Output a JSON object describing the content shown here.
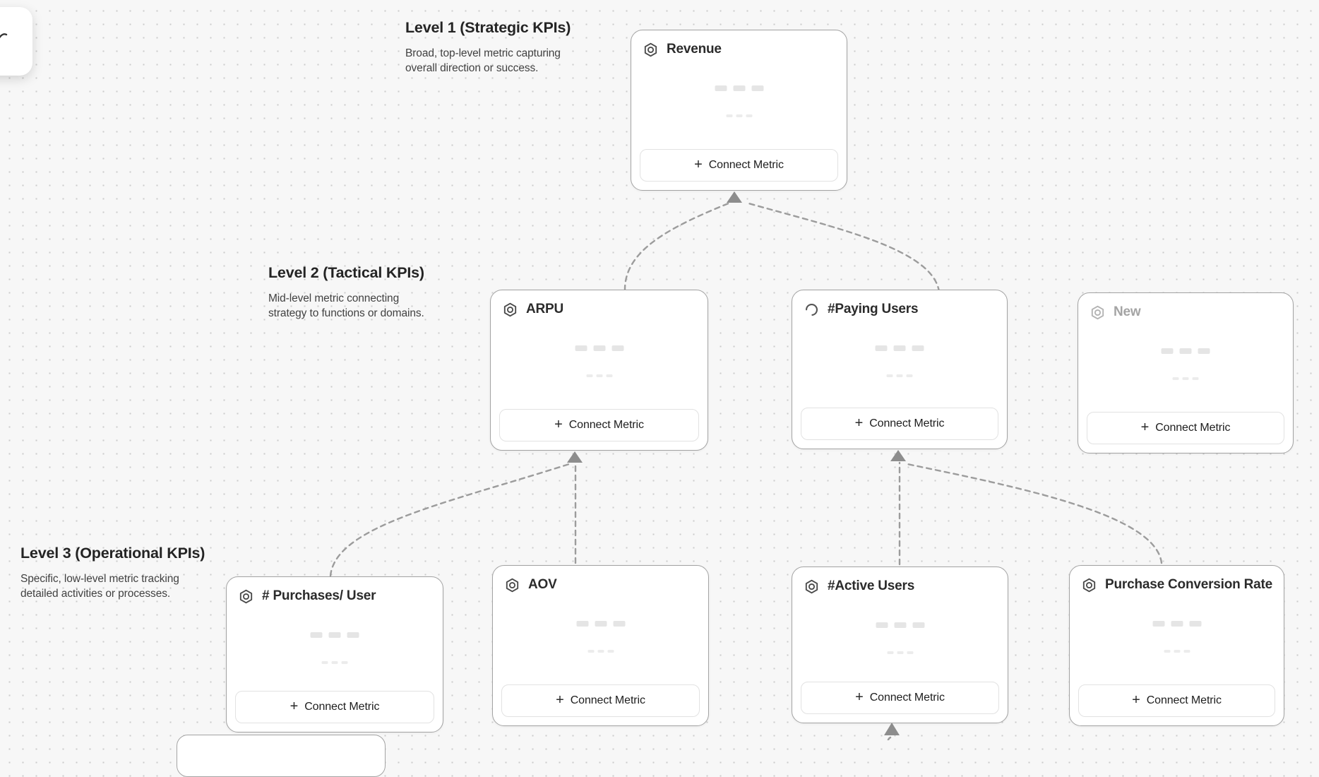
{
  "colors": {
    "canvas_bg": "#f7f7f7",
    "dot_grid": "#cbcbcb",
    "card_bg": "#ffffff",
    "card_border": "#a3a3a3",
    "connector": "#9c9c9c",
    "arrowhead": "#8d8d8d",
    "title_text": "#2b2b2b",
    "muted_text": "#a4a4a4"
  },
  "levels": [
    {
      "title": "Level 1 (Strategic KPIs)",
      "description_lines": [
        "Broad, top-level metric capturing",
        "overall direction or success."
      ]
    },
    {
      "title": "Level 2 (Tactical KPIs)",
      "description_lines": [
        "Mid-level metric connecting",
        "strategy to functions or domains."
      ]
    },
    {
      "title": "Level 3 (Operational KPIs)",
      "description_lines": [
        "Specific, low-level metric tracking",
        "detailed activities or processes."
      ]
    }
  ],
  "cards": [
    {
      "id": "revenue",
      "title": "Revenue",
      "level": 1,
      "icon": "hexagon-metric-icon",
      "muted": false
    },
    {
      "id": "arpu",
      "title": "ARPU",
      "level": 2,
      "icon": "hexagon-metric-icon",
      "muted": false
    },
    {
      "id": "paying-users",
      "title": "#Paying Users",
      "level": 2,
      "icon": "spinner-icon",
      "muted": false
    },
    {
      "id": "new",
      "title": "New",
      "level": 2,
      "icon": "hexagon-metric-icon",
      "muted": true
    },
    {
      "id": "purchases-per-user",
      "title": "# Purchases/ User",
      "level": 3,
      "icon": "hexagon-metric-icon",
      "muted": false
    },
    {
      "id": "aov",
      "title": "AOV",
      "level": 3,
      "icon": "hexagon-metric-icon",
      "muted": false
    },
    {
      "id": "active-users",
      "title": "#Active Users",
      "level": 3,
      "icon": "hexagon-metric-icon",
      "muted": false
    },
    {
      "id": "purchase-conversion-rate",
      "title": "Purchase Conversion Rate",
      "level": 3,
      "icon": "hexagon-metric-icon",
      "muted": false
    }
  ],
  "connect_metric": {
    "plus": "+",
    "label": "Connect Metric"
  },
  "edges": [
    {
      "from": "arpu",
      "to": "revenue"
    },
    {
      "from": "paying-users",
      "to": "revenue"
    },
    {
      "from": "purchases-per-user",
      "to": "arpu"
    },
    {
      "from": "aov",
      "to": "arpu"
    },
    {
      "from": "active-users",
      "to": "paying-users"
    },
    {
      "from": "purchase-conversion-rate",
      "to": "paying-users"
    },
    {
      "from": "offscreen-node",
      "to": "active-users"
    }
  ]
}
